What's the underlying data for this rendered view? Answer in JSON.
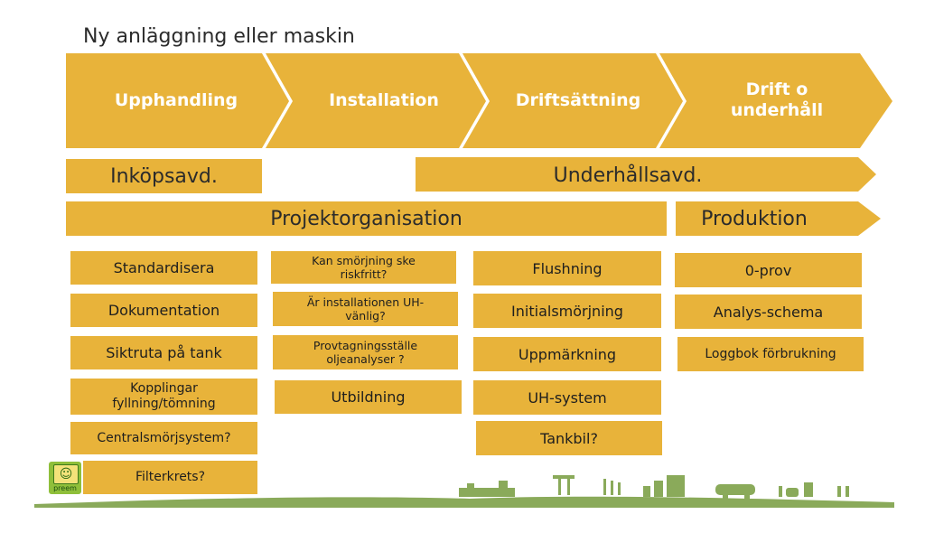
{
  "title": "Ny anläggning eller maskin",
  "phases": [
    "Upphandling",
    "Installation",
    "Driftsättning",
    "Drift o underhåll"
  ],
  "departments": {
    "inkop": "Inköpsavd.",
    "underhall": "Underhållsavd.",
    "projekt": "Projektorganisation",
    "produktion": "Produktion"
  },
  "columns": {
    "col1": [
      "Standardisera",
      "Dokumentation",
      "Siktruta på tank",
      "Kopplingar fyllning/tömning",
      "Centralsmörjsystem?",
      "Filterkrets?"
    ],
    "col2": [
      "Kan smörjning ske riskfritt?",
      "Är installationen UH-vänlig?",
      "Provtagningsställe oljeanalyser ?",
      "Utbildning"
    ],
    "col3": [
      "Flushning",
      "Initialsmörjning",
      "Uppmärkning",
      "UH-system",
      "Tankbil?"
    ],
    "col4": [
      "0-prov",
      "Analys-schema",
      "Loggbok förbrukning"
    ]
  },
  "logo": {
    "text": "preem",
    "icon": "preem-logo-icon"
  },
  "colors": {
    "accent": "#e8b33a",
    "landscape": "#8aaa5a"
  }
}
